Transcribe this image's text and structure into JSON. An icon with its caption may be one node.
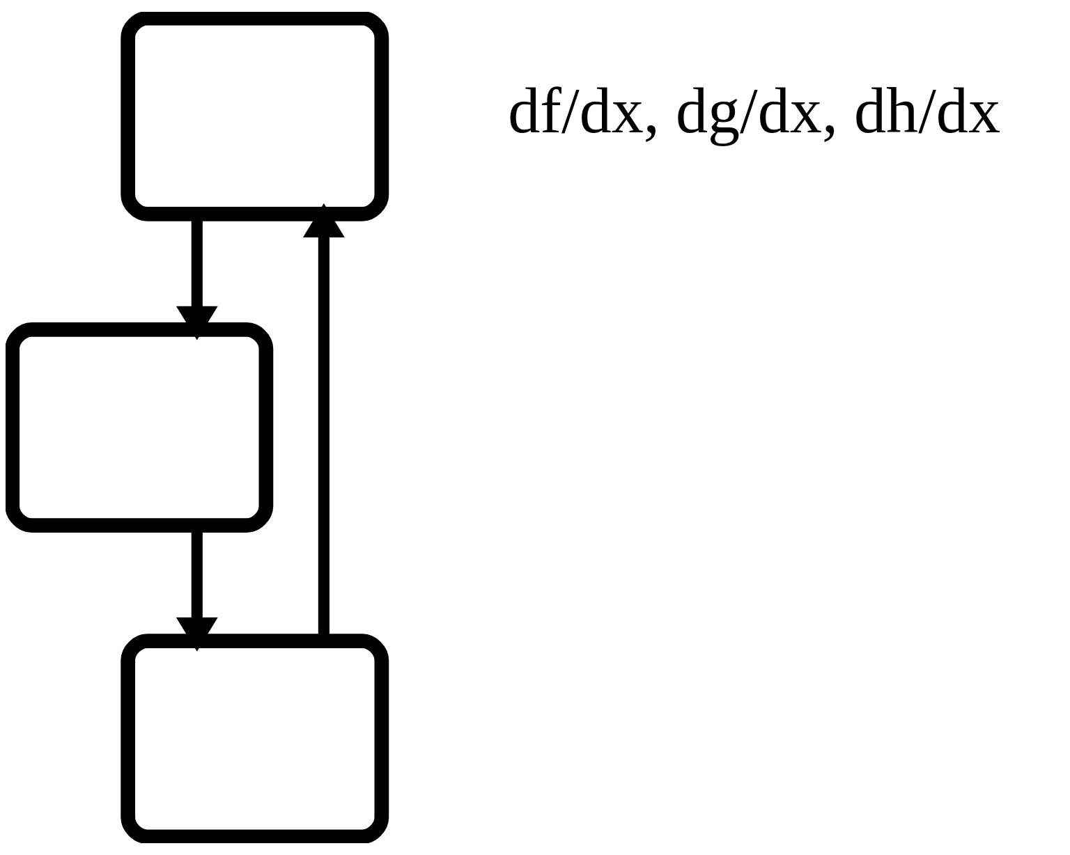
{
  "diagram": {
    "nodes": [
      {
        "text": [],
        "shape": "box"
      },
      {
        "text": [],
        "shape": "box"
      },
      {
        "text": [],
        "shape": "box"
      }
    ],
    "edges": [
      {
        "from": 0,
        "to": 1,
        "arrow": "to"
      },
      {
        "from": 1,
        "to": 2,
        "arrow": "to"
      },
      {
        "from": 2,
        "to": 0,
        "arrow": "to"
      }
    ],
    "labels": [
      "df/dx, dg/dx, dh/dx"
    ]
  }
}
